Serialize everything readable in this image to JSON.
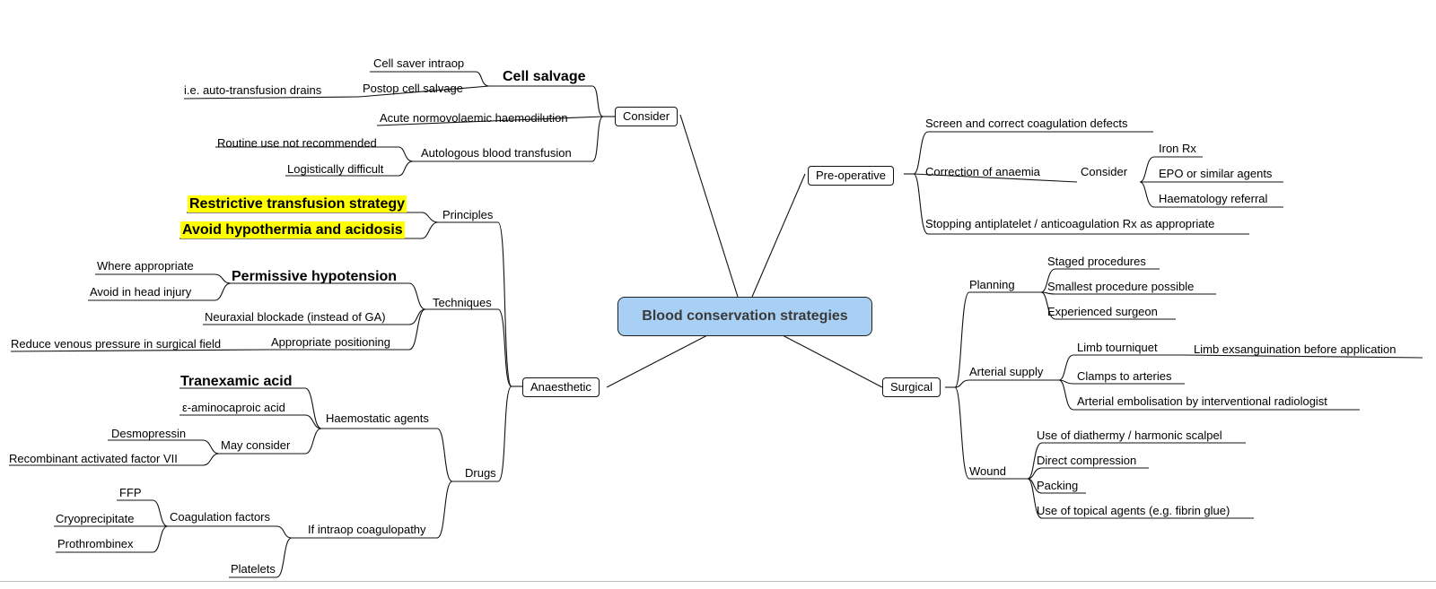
{
  "center": "Blood conservation strategies",
  "branches": {
    "consider": "Consider",
    "anaesthetic": "Anaesthetic",
    "preop": "Pre-operative",
    "surgical": "Surgical"
  },
  "consider": {
    "cell_salvage": "Cell salvage",
    "cell_saver": "Cell saver intraop",
    "postop_salvage": "Postop cell salvage",
    "auto_drains": "i.e. auto-transfusion drains",
    "anh": "Acute normovolaemic haemodilution",
    "autologous": "Autologous blood transfusion",
    "routine": "Routine use not recommended",
    "logistic": "Logistically difficult"
  },
  "principles": {
    "label": "Principles",
    "restrictive": "Restrictive transfusion strategy",
    "hypothermia": "Avoid hypothermia and acidosis"
  },
  "techniques": {
    "label": "Techniques",
    "permissive": "Permissive hypotension",
    "where": "Where appropriate",
    "head": "Avoid in head injury",
    "neuraxial": "Neuraxial blockade (instead of GA)",
    "positioning": "Appropriate positioning",
    "venous": "Reduce venous pressure in surgical field"
  },
  "drugs": {
    "label": "Drugs",
    "haemostatic": "Haemostatic agents",
    "txa": "Tranexamic acid",
    "eaca": "ε-aminocaproic acid",
    "may": "May consider",
    "ddavp": "Desmopressin",
    "f7": "Recombinant activated factor VII",
    "coagulopathy": "If intraop coagulopathy",
    "coag_factors": "Coagulation factors",
    "ffp": "FFP",
    "cryo": "Cryoprecipitate",
    "pcc": "Prothrombinex",
    "platelets": "Platelets"
  },
  "preop": {
    "screen": "Screen and correct coagulation defects",
    "anaemia": "Correction of anaemia",
    "consider": "Consider",
    "iron": "Iron Rx",
    "epo": "EPO or similar agents",
    "haem": "Haematology referral",
    "stopping": "Stopping antiplatelet / anticoagulation Rx as appropriate"
  },
  "surgical": {
    "planning": "Planning",
    "staged": "Staged procedures",
    "smallest": "Smallest procedure possible",
    "experienced": "Experienced surgeon",
    "arterial": "Arterial supply",
    "tourniquet": "Limb tourniquet",
    "exsang": "Limb exsanguination before application",
    "clamps": "Clamps to arteries",
    "embol": "Arterial embolisation by interventional radiologist",
    "wound": "Wound",
    "diathermy": "Use of diathermy / harmonic scalpel",
    "compression": "Direct compression",
    "packing": "Packing",
    "topical": "Use of topical agents (e.g. fibrin glue)"
  },
  "colors": {
    "center_fill": "#a8d0f5",
    "highlight": "#ffff00",
    "line": "#111111"
  }
}
